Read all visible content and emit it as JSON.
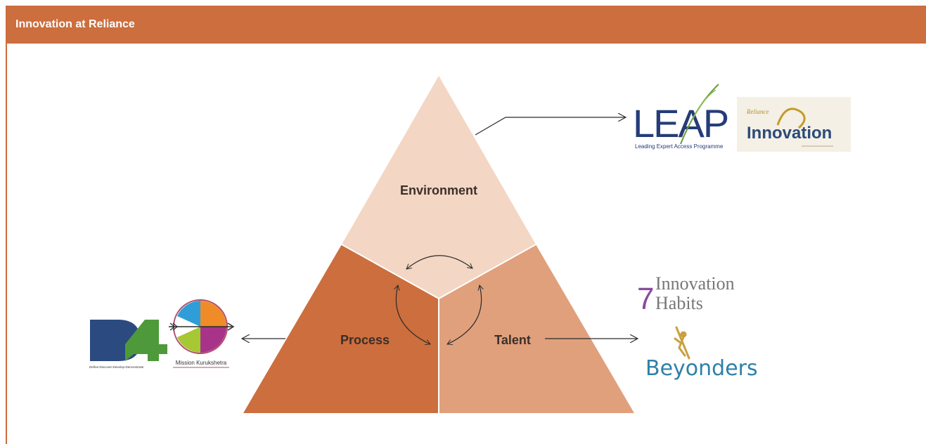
{
  "header": {
    "title": "Innovation at Reliance"
  },
  "segments": {
    "environment": "Environment",
    "process": "Process",
    "talent": "Talent"
  },
  "logos": {
    "leap": {
      "wordmark": "LEAP",
      "caption": "Leading Expert Access Programme"
    },
    "reliance_innovation": {
      "top": "Reliance",
      "wordmark": "Innovation"
    },
    "seven_habits": {
      "numeral": "7",
      "line1": "Innovation",
      "line2": "Habits"
    },
    "beyonders": {
      "wordmark": "Beyonders"
    },
    "d4": {
      "wordmark": "D4",
      "caption": "Define-Discover-Develop-Demonstrate"
    },
    "mission_kurukshetra": {
      "caption": "Mission Kurukshetra"
    }
  },
  "colors": {
    "header": "#cc6e3e",
    "environment": "#f3d6c3",
    "process": "#cc6e3e",
    "talent": "#e0a07c",
    "leap_navy": "#253c78",
    "beyonders_teal": "#2f80a8",
    "d4_navy": "#2b4a80",
    "d4_green": "#4e9a3a"
  }
}
